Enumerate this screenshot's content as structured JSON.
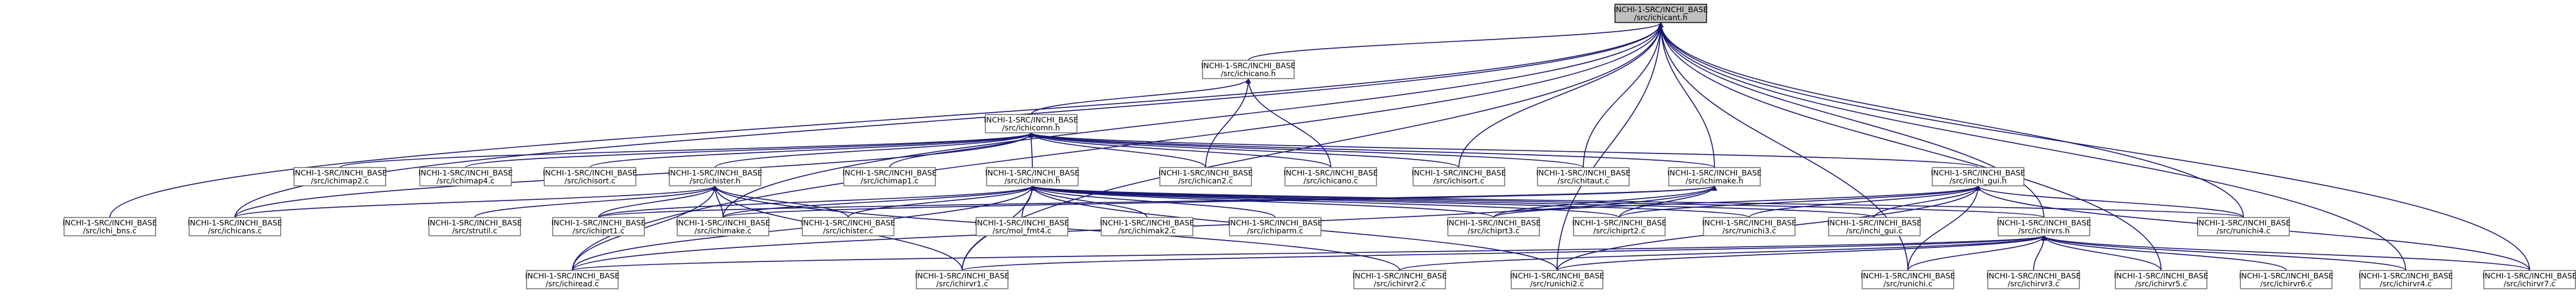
{
  "colors": {
    "edge": "#191970",
    "node_border": "#666666",
    "focus_fill": "#bfbfbf",
    "background": "#ffffff"
  },
  "diagram": {
    "type": "include-dependency-graph",
    "nodes": [
      {
        "id": "n0",
        "line1": "INCHI-1-SRC/INCHI_BASE",
        "line2": "/src/ichicant.h",
        "focus": true
      },
      {
        "id": "n1",
        "line1": "INCHI-1-SRC/INCHI_BASE",
        "line2": "/src/ichicano.h"
      },
      {
        "id": "n2",
        "line1": "INCHI-1-SRC/INCHI_BASE",
        "line2": "/src/ichicomn.h"
      },
      {
        "id": "n3",
        "line1": "INCHI-1-SRC/INCHI_BASE",
        "line2": "/src/ichimap2.c"
      },
      {
        "id": "n4",
        "line1": "INCHI-1-SRC/INCHI_BASE",
        "line2": "/src/ichimap4.c"
      },
      {
        "id": "n5",
        "line1": "INCHI-1-SRC/INCHI_BASE",
        "line2": "/src/ichisort.c"
      },
      {
        "id": "n6",
        "line1": "INCHI-1-SRC/INCHI_BASE",
        "line2": "/src/ichister.h"
      },
      {
        "id": "n7",
        "line1": "INCHI-1-SRC/INCHI_BASE",
        "line2": "/src/ichimap1.c"
      },
      {
        "id": "n8",
        "line1": "INCHI-1-SRC/INCHI_BASE",
        "line2": "/src/ichimain.h"
      },
      {
        "id": "n9",
        "line1": "INCHI-1-SRC/INCHI_BASE",
        "line2": "/src/ichican2.c"
      },
      {
        "id": "n10",
        "line1": "INCHI-1-SRC/INCHI_BASE",
        "line2": "/src/ichicano.c"
      },
      {
        "id": "n11",
        "line1": "INCHI-1-SRC/INCHI_BASE",
        "line2": "/src/ichisort.c"
      },
      {
        "id": "n12",
        "line1": "INCHI-1-SRC/INCHI_BASE",
        "line2": "/src/ichitaut.c"
      },
      {
        "id": "n13",
        "line1": "INCHI-1-SRC/INCHI_BASE",
        "line2": "/src/ichimake.h"
      },
      {
        "id": "n14",
        "line1": "INCHI-1-SRC/INCHI_BASE",
        "line2": "/src/inchi_gui.h"
      },
      {
        "id": "n15",
        "line1": "INCHI-1-SRC/INCHI_BASE",
        "line2": "/src/ichi_bns.c"
      },
      {
        "id": "n16",
        "line1": "INCHI-1-SRC/INCHI_BASE",
        "line2": "/src/ichicans.c"
      },
      {
        "id": "n17",
        "line1": "INCHI-1-SRC/INCHI_BASE",
        "line2": "/src/strutil.c"
      },
      {
        "id": "n18",
        "line1": "INCHI-1-SRC/INCHI_BASE",
        "line2": "/src/ichiprt1.c"
      },
      {
        "id": "n19",
        "line1": "INCHI-1-SRC/INCHI_BASE",
        "line2": "/src/ichimake.c"
      },
      {
        "id": "n20",
        "line1": "INCHI-1-SRC/INCHI_BASE",
        "line2": "/src/ichister.c"
      },
      {
        "id": "n21",
        "line1": "INCHI-1-SRC/INCHI_BASE",
        "line2": "/src/mol_fmt4.c"
      },
      {
        "id": "n22",
        "line1": "INCHI-1-SRC/INCHI_BASE",
        "line2": "/src/ichimak2.c"
      },
      {
        "id": "n23",
        "line1": "INCHI-1-SRC/INCHI_BASE",
        "line2": "/src/ichiparm.c"
      },
      {
        "id": "n24",
        "line1": "INCHI-1-SRC/INCHI_BASE",
        "line2": "/src/ichiprt3.c"
      },
      {
        "id": "n25",
        "line1": "INCHI-1-SRC/INCHI_BASE",
        "line2": "/src/ichiprt2.c"
      },
      {
        "id": "n26",
        "line1": "INCHI-1-SRC/INCHI_BASE",
        "line2": "/src/runichi3.c"
      },
      {
        "id": "n27",
        "line1": "INCHI-1-SRC/INCHI_BASE",
        "line2": "/src/inchi_gui.c"
      },
      {
        "id": "n28",
        "line1": "INCHI-1-SRC/INCHI_BASE",
        "line2": "/src/ichirvrs.h"
      },
      {
        "id": "n29",
        "line1": "INCHI-1-SRC/INCHI_BASE",
        "line2": "/src/runichi4.c"
      },
      {
        "id": "n30",
        "line1": "INCHI-1-SRC/INCHI_BASE",
        "line2": "/src/ichiread.c"
      },
      {
        "id": "n31",
        "line1": "INCHI-1-SRC/INCHI_BASE",
        "line2": "/src/ichirvr1.c"
      },
      {
        "id": "n32",
        "line1": "INCHI-1-SRC/INCHI_BASE",
        "line2": "/src/ichirvr2.c"
      },
      {
        "id": "n33",
        "line1": "INCHI-1-SRC/INCHI_BASE",
        "line2": "/src/runichi2.c"
      },
      {
        "id": "n34",
        "line1": "INCHI-1-SRC/INCHI_BASE",
        "line2": "/src/runichi.c"
      },
      {
        "id": "n35",
        "line1": "INCHI-1-SRC/INCHI_BASE",
        "line2": "/src/ichirvr3.c"
      },
      {
        "id": "n36",
        "line1": "INCHI-1-SRC/INCHI_BASE",
        "line2": "/src/ichirvr5.c"
      },
      {
        "id": "n37",
        "line1": "INCHI-1-SRC/INCHI_BASE",
        "line2": "/src/ichirvr6.c"
      },
      {
        "id": "n38",
        "line1": "INCHI-1-SRC/INCHI_BASE",
        "line2": "/src/ichirvr4.c"
      },
      {
        "id": "n39",
        "line1": "INCHI-1-SRC/INCHI_BASE",
        "line2": "/src/ichirvr7.c"
      }
    ],
    "edges": [
      [
        "n1",
        "n0"
      ],
      [
        "n2",
        "n1"
      ],
      [
        "n9",
        "n1"
      ],
      [
        "n10",
        "n1"
      ],
      [
        "n3",
        "n2"
      ],
      [
        "n4",
        "n2"
      ],
      [
        "n5",
        "n2"
      ],
      [
        "n6",
        "n2"
      ],
      [
        "n7",
        "n2"
      ],
      [
        "n8",
        "n2"
      ],
      [
        "n9",
        "n2"
      ],
      [
        "n10",
        "n2"
      ],
      [
        "n11",
        "n2"
      ],
      [
        "n12",
        "n2"
      ],
      [
        "n13",
        "n2"
      ],
      [
        "n14",
        "n2"
      ],
      [
        "n16",
        "n2"
      ],
      [
        "n11",
        "n0"
      ],
      [
        "n12",
        "n0"
      ],
      [
        "n13",
        "n0"
      ],
      [
        "n15",
        "n0"
      ],
      [
        "n16",
        "n0"
      ],
      [
        "n30",
        "n0"
      ],
      [
        "n31",
        "n0"
      ],
      [
        "n19",
        "n0"
      ],
      [
        "n28",
        "n0"
      ],
      [
        "n33",
        "n0"
      ],
      [
        "n29",
        "n0"
      ],
      [
        "n34",
        "n0"
      ],
      [
        "n36",
        "n0"
      ],
      [
        "n38",
        "n0"
      ],
      [
        "n39",
        "n0"
      ],
      [
        "n17",
        "n6"
      ],
      [
        "n18",
        "n6"
      ],
      [
        "n19",
        "n6"
      ],
      [
        "n20",
        "n6"
      ],
      [
        "n16",
        "n6"
      ],
      [
        "n30",
        "n6"
      ],
      [
        "n31",
        "n6"
      ],
      [
        "n32",
        "n6"
      ],
      [
        "n18",
        "n8"
      ],
      [
        "n19",
        "n8"
      ],
      [
        "n20",
        "n8"
      ],
      [
        "n21",
        "n8"
      ],
      [
        "n22",
        "n8"
      ],
      [
        "n23",
        "n8"
      ],
      [
        "n24",
        "n8"
      ],
      [
        "n25",
        "n8"
      ],
      [
        "n26",
        "n8"
      ],
      [
        "n27",
        "n8"
      ],
      [
        "n28",
        "n8"
      ],
      [
        "n29",
        "n8"
      ],
      [
        "n31",
        "n8"
      ],
      [
        "n33",
        "n8"
      ],
      [
        "n30",
        "n8"
      ],
      [
        "n18",
        "n13"
      ],
      [
        "n19",
        "n13"
      ],
      [
        "n24",
        "n13"
      ],
      [
        "n25",
        "n13"
      ],
      [
        "n30",
        "n13"
      ],
      [
        "n24",
        "n14"
      ],
      [
        "n25",
        "n14"
      ],
      [
        "n26",
        "n14"
      ],
      [
        "n27",
        "n14"
      ],
      [
        "n29",
        "n14"
      ],
      [
        "n33",
        "n14"
      ],
      [
        "n34",
        "n14"
      ],
      [
        "n39",
        "n14"
      ],
      [
        "n30",
        "n28"
      ],
      [
        "n31",
        "n28"
      ],
      [
        "n32",
        "n28"
      ],
      [
        "n33",
        "n28"
      ],
      [
        "n34",
        "n28"
      ],
      [
        "n35",
        "n28"
      ],
      [
        "n36",
        "n28"
      ],
      [
        "n37",
        "n28"
      ],
      [
        "n38",
        "n28"
      ],
      [
        "n39",
        "n28"
      ]
    ]
  }
}
